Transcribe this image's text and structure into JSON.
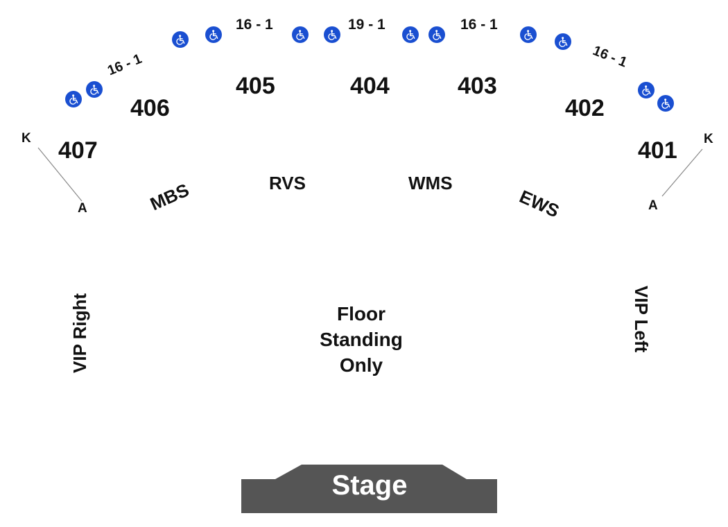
{
  "sections": {
    "s401": "401",
    "s402": "402",
    "s403": "403",
    "s404": "404",
    "s405": "405",
    "s406": "406",
    "s407": "407"
  },
  "mid_sections": {
    "mbs": "MBS",
    "rvs": "RVS",
    "wms": "WMS",
    "ews": "EWS"
  },
  "row_ranges": {
    "r406": "16 - 1",
    "r405": "16 - 1",
    "r404": "19 - 1",
    "r403": "16 - 1",
    "r402": "16 - 1"
  },
  "row_markers": {
    "left_top": "K",
    "left_bottom": "A",
    "right_top": "K",
    "right_bottom": "A"
  },
  "vip": {
    "right": "VIP Right",
    "left": "VIP Left"
  },
  "floor": {
    "line1": "Floor",
    "line2": "Standing",
    "line3": "Only"
  },
  "stage": {
    "label": "Stage"
  },
  "colors": {
    "accessible": "#1a4fd1",
    "stage": "#555555",
    "connector": "#888888"
  },
  "icons": {
    "accessible": "wheelchair-icon"
  }
}
